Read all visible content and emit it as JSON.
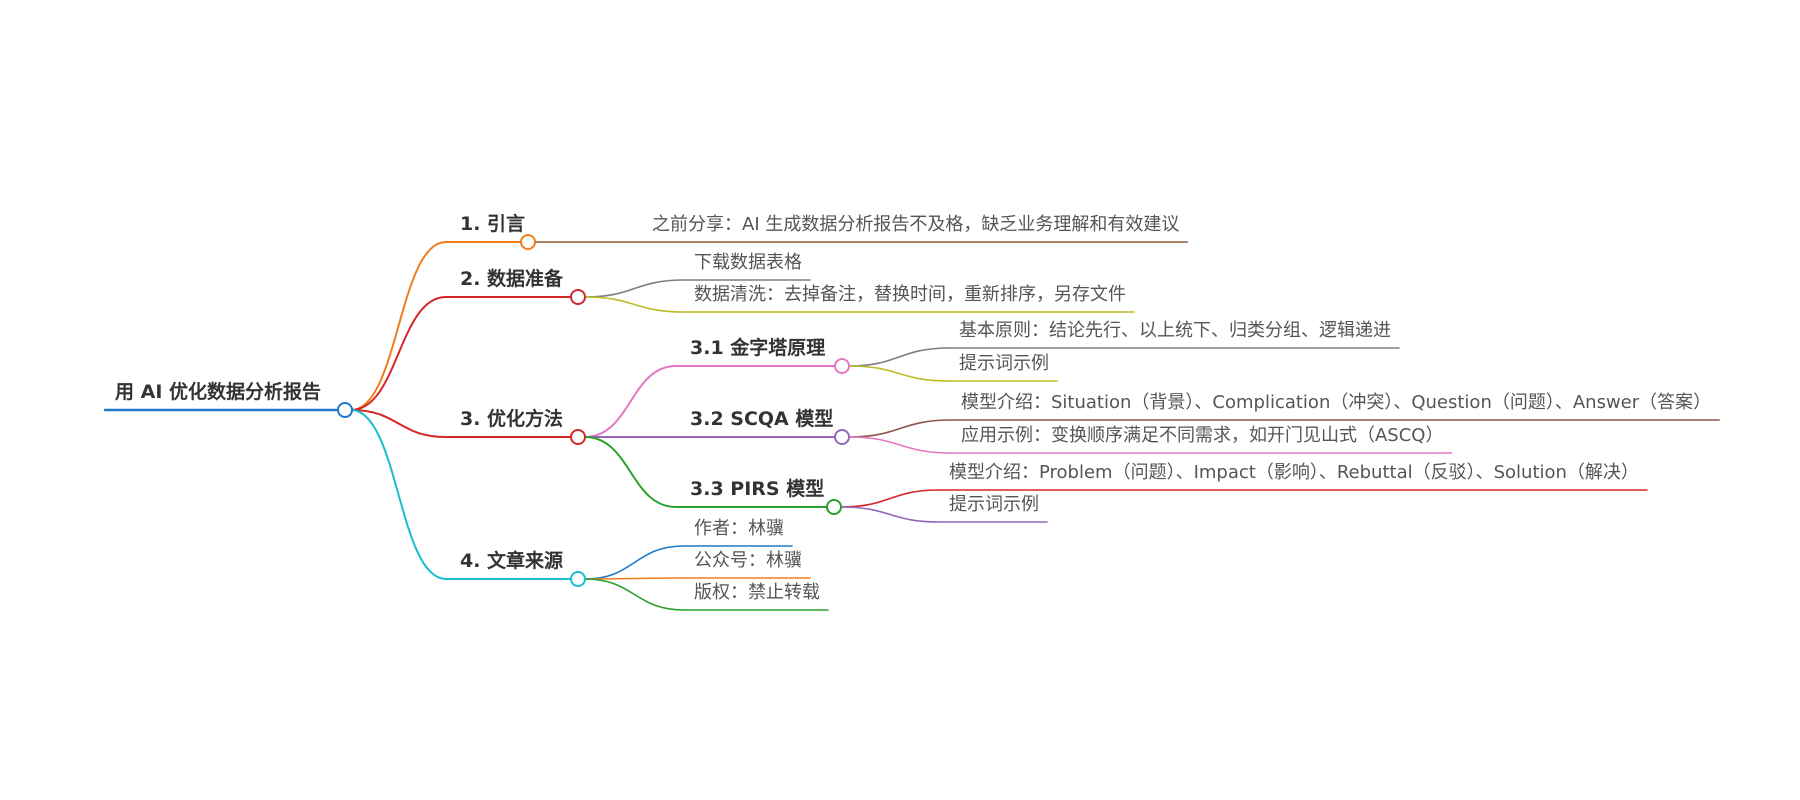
{
  "root": {
    "label": "用 AI 优化数据分析报告",
    "color": "#1f78c8"
  },
  "branches": [
    {
      "id": "b1",
      "label": "1. 引言",
      "color": "#f07d1a",
      "leaves": [
        {
          "label": "之前分享：AI 生成数据分析报告不及格，缺乏业务理解和有效建议",
          "color": "#8b5a3c"
        }
      ]
    },
    {
      "id": "b2",
      "label": "2. 数据准备",
      "color": "#d62728",
      "leaves": [
        {
          "label": "下载数据表格",
          "color": "#7f7f7f"
        },
        {
          "label": "数据清洗：去掉备注，替换时间，重新排序，另存文件",
          "color": "#bcbd22"
        }
      ]
    },
    {
      "id": "b3",
      "label": "3. 优化方法",
      "color": "#d62728",
      "children": [
        {
          "id": "b31",
          "label": "3.1 金字塔原理",
          "color": "#e377c2",
          "leaves": [
            {
              "label": "基本原则：结论先行、以上统下、归类分组、逻辑递进",
              "color": "#7f7f7f"
            },
            {
              "label": "提示词示例",
              "color": "#bcbd22"
            }
          ]
        },
        {
          "id": "b32",
          "label": "3.2 SCQA 模型",
          "color": "#9467bd",
          "leaves": [
            {
              "label": "模型介绍：Situation（背景）、Complication（冲突）、Question（问题）、Answer（答案）",
              "color": "#8c564b"
            },
            {
              "label": "应用示例：变换顺序满足不同需求，如开门见山式（ASCQ）",
              "color": "#e377c2"
            }
          ]
        },
        {
          "id": "b33",
          "label": "3.3 PIRS 模型",
          "color": "#2ca02c",
          "leaves": [
            {
              "label": "模型介绍：Problem（问题）、Impact（影响）、Rebuttal（反驳）、Solution（解决）",
              "color": "#d62728"
            },
            {
              "label": "提示词示例",
              "color": "#9467bd"
            }
          ]
        }
      ]
    },
    {
      "id": "b4",
      "label": "4. 文章来源",
      "color": "#17becf",
      "leaves": [
        {
          "label": "作者：林骥",
          "color": "#1f78c8"
        },
        {
          "label": "公众号：林骥",
          "color": "#f07d1a"
        },
        {
          "label": "版权：禁止转载",
          "color": "#2ca02c"
        }
      ]
    }
  ]
}
